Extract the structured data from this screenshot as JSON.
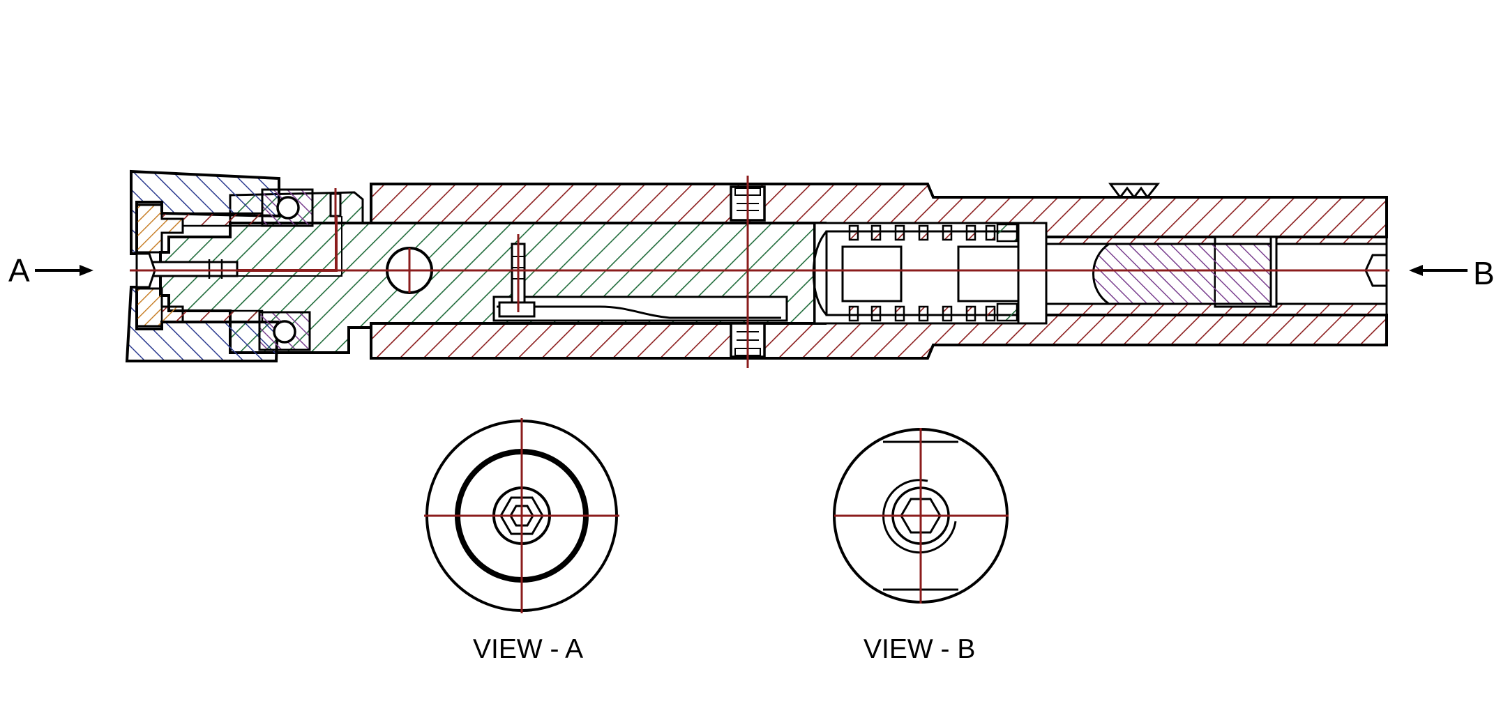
{
  "labels": {
    "view_a_arrow": "A",
    "view_b_arrow": "B",
    "view_a_caption": "VIEW - A",
    "view_b_caption": "VIEW - B"
  },
  "colors": {
    "outline": "#000000",
    "centerline": "#8b1c1c",
    "hatch_red": "#8b1c1c",
    "hatch_green": "#1f6b3a",
    "hatch_blue": "#2b3a8f",
    "hatch_orange": "#c8802a",
    "hatch_purple": "#7a3f8f"
  }
}
